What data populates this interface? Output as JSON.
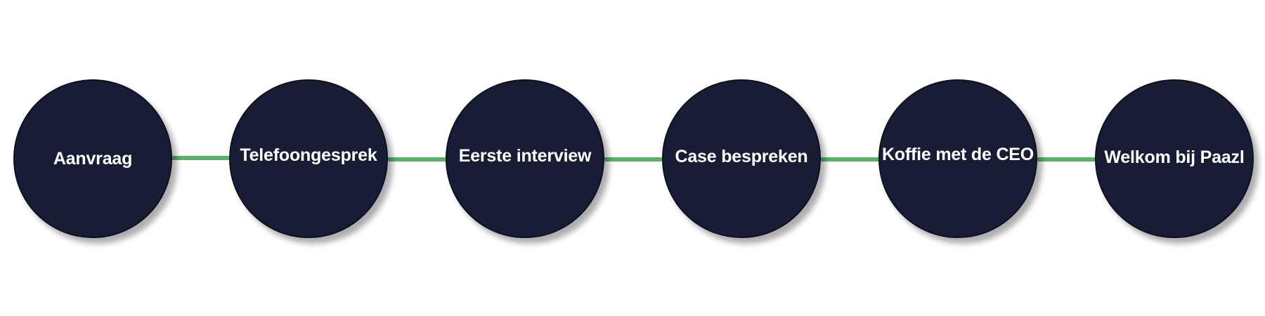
{
  "diagram": {
    "node_color": "#181d35",
    "connector_color": "#5ab16a",
    "label_color": "#ffffff",
    "steps": [
      {
        "label": "Aanvraag"
      },
      {
        "label": "Telefoongesprek"
      },
      {
        "label": "Eerste interview"
      },
      {
        "label": "Case bespreken"
      },
      {
        "label": "Koffie met de CEO"
      },
      {
        "label": "Welkom bij Paazl"
      }
    ]
  }
}
